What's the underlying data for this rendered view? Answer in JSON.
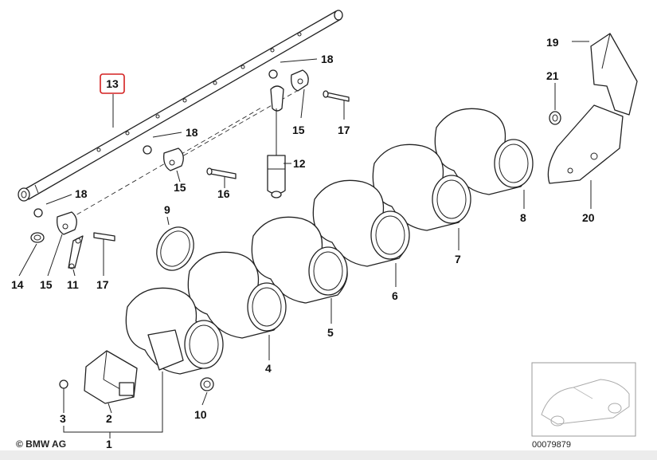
{
  "diagram": {
    "callouts": {
      "c1": "1",
      "c2": "2",
      "c3": "3",
      "c4": "4",
      "c5": "5",
      "c6": "6",
      "c7": "7",
      "c8": "8",
      "c9": "9",
      "c10": "10",
      "c11": "11",
      "c12": "12",
      "c13": "13",
      "c14": "14",
      "c15a": "15",
      "c15b": "15",
      "c15c": "15",
      "c16": "16",
      "c17a": "17",
      "c17b": "17",
      "c18a": "18",
      "c18b": "18",
      "c18c": "18",
      "c19": "19",
      "c20": "20",
      "c21": "21"
    },
    "highlighted_part": "13",
    "highlight_color": "#d32020",
    "copyright": "© BMW AG",
    "drawing_number": "00079879"
  }
}
